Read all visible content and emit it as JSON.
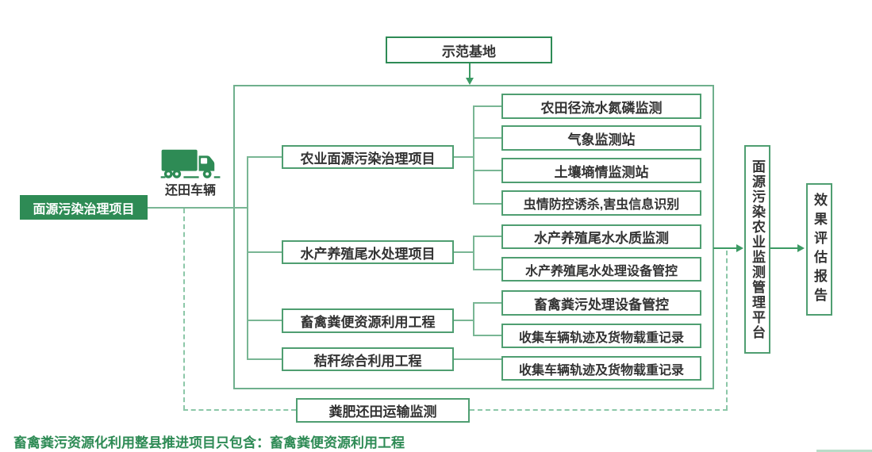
{
  "top_box": {
    "label": "示范基地"
  },
  "left": {
    "box_label": "面源污染治理项目",
    "truck_label": "还田车辆",
    "truck_icon": "truck-icon"
  },
  "middle_projects": [
    {
      "label": "农业面源污染治理项目"
    },
    {
      "label": "水产养殖尾水处理项目"
    },
    {
      "label": "畜禽粪便资源利用工程"
    },
    {
      "label": "秸秆综合利用工程"
    }
  ],
  "monitor_boxes": [
    "农田径流水氮磷监测",
    "气象监测站",
    "土壤墒情监测站",
    "虫情防控诱杀,害虫信息识别",
    "水产养殖尾水水质监测",
    "水产养殖尾水处理设备管控",
    "畜禽粪污处理设备管控",
    "收集车辆轨迹及货物载重记录",
    "收集车辆轨迹及货物载重记录"
  ],
  "right": {
    "platform_label": "面源污染农业监测管理平台",
    "report_label": "效果评估报告"
  },
  "bottom": {
    "transport_box": "粪肥还田运输监测",
    "note": "畜禽粪污资源化利用整县推进项目只包含：畜禽粪便资源利用工程"
  },
  "colors": {
    "green_dark": "#2e8b55",
    "green_border": "#4f9e71",
    "green_line": "#79b694",
    "green_dash": "#8cc7a8",
    "text_dark": "#333333",
    "white": "#ffffff"
  }
}
